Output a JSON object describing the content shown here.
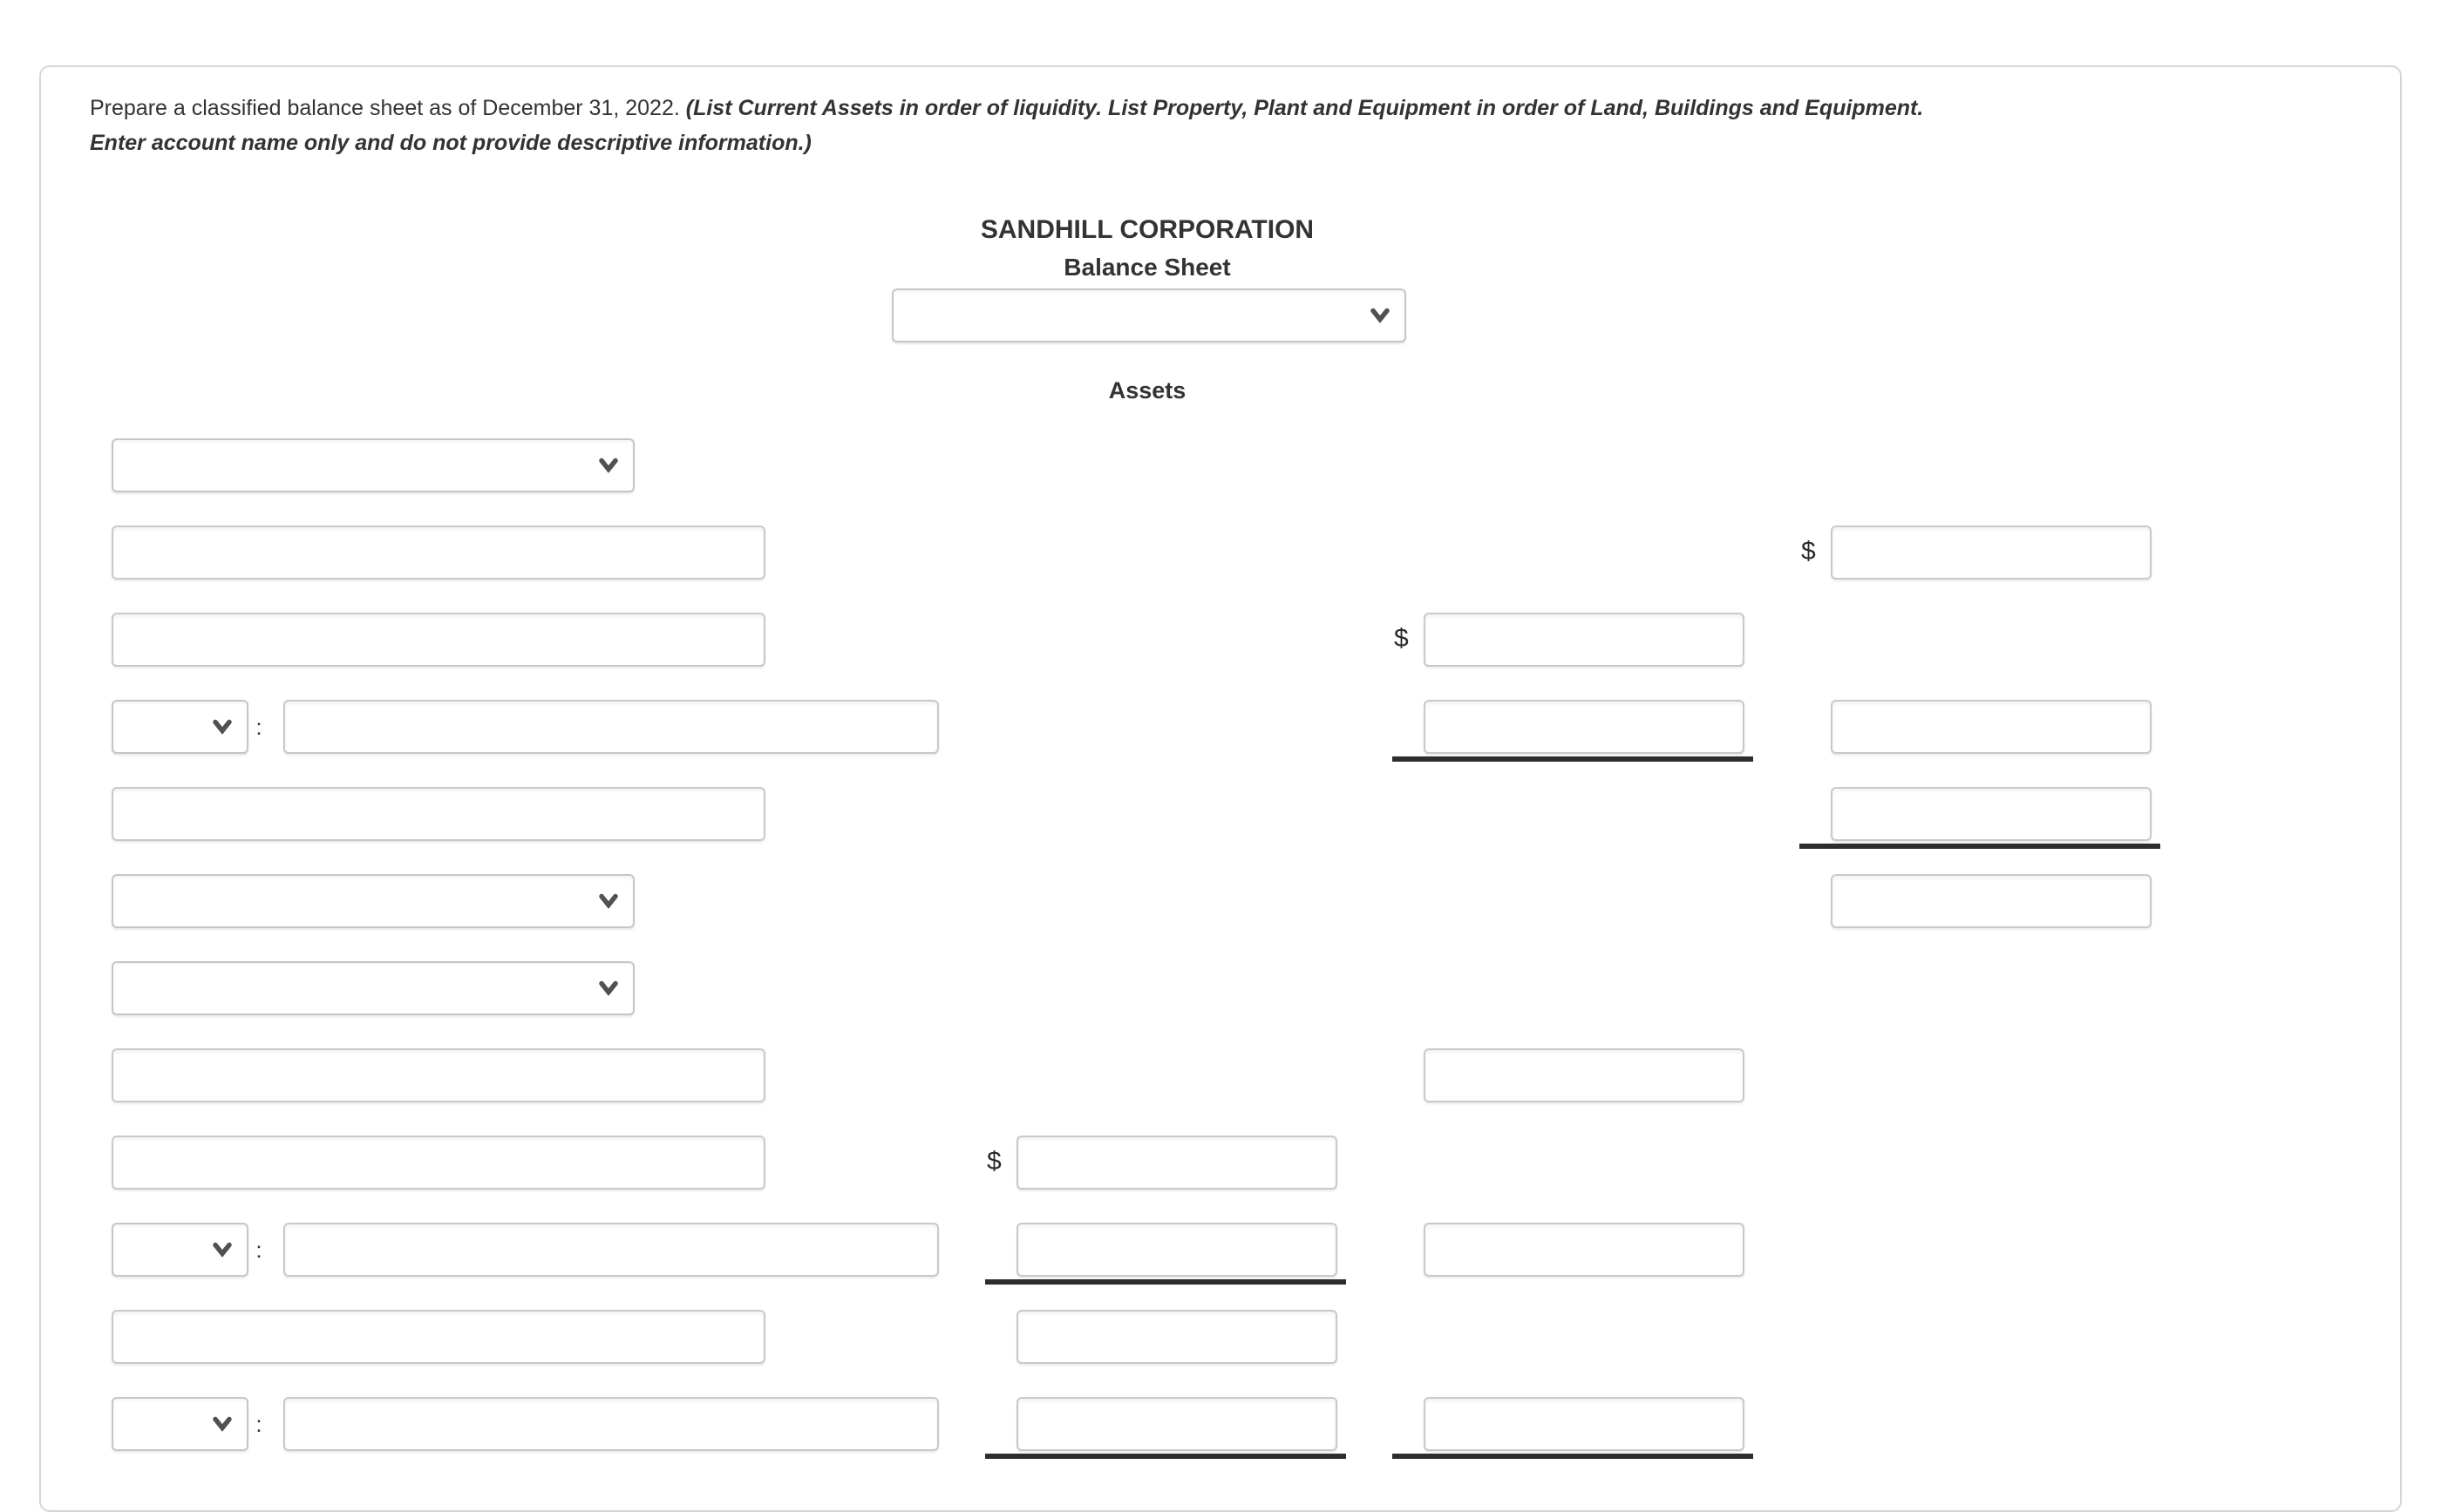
{
  "instructions": {
    "line1_normal": "Prepare a classified balance sheet as of December 31, 2022. ",
    "line1_emphasis": "(List Current Assets in order of liquidity. List Property, Plant and Equipment in order of Land, Buildings and Equipment.",
    "line2_emphasis": "Enter account name only and do not provide descriptive information.)"
  },
  "header": {
    "company_name": "SANDHILL CORPORATION",
    "statement_title": "Balance Sheet",
    "section_heading": "Assets",
    "date_select_value": ""
  },
  "symbols": {
    "dollar_sign": "$",
    "colon": ":"
  },
  "form": {
    "field_value": "",
    "select_value": ""
  }
}
